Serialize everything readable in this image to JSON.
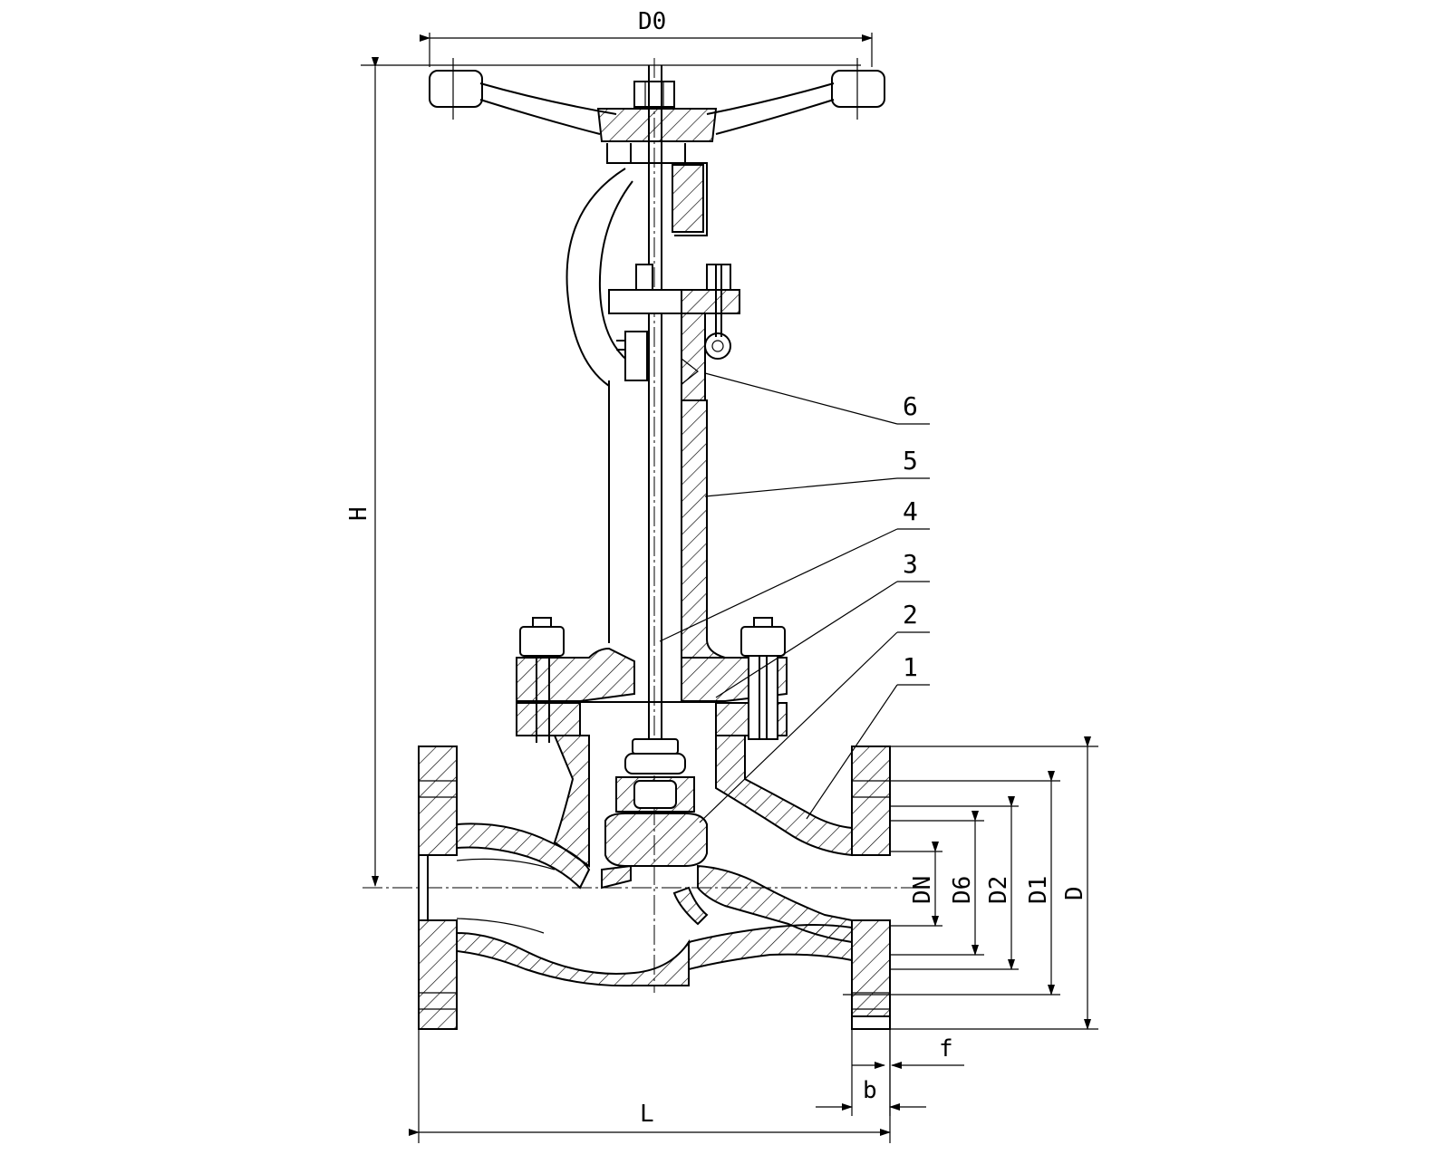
{
  "dimensions": {
    "handwheel_diameter": "D0",
    "height": "H",
    "length": "L",
    "flange_outer": "D",
    "bolt_circle": "D1",
    "raised_face": "D2",
    "d6": "D6",
    "nominal": "DN",
    "flange_thickness": "b",
    "raised_face_height": "f"
  },
  "callouts": [
    "6",
    "5",
    "4",
    "3",
    "2",
    "1"
  ]
}
